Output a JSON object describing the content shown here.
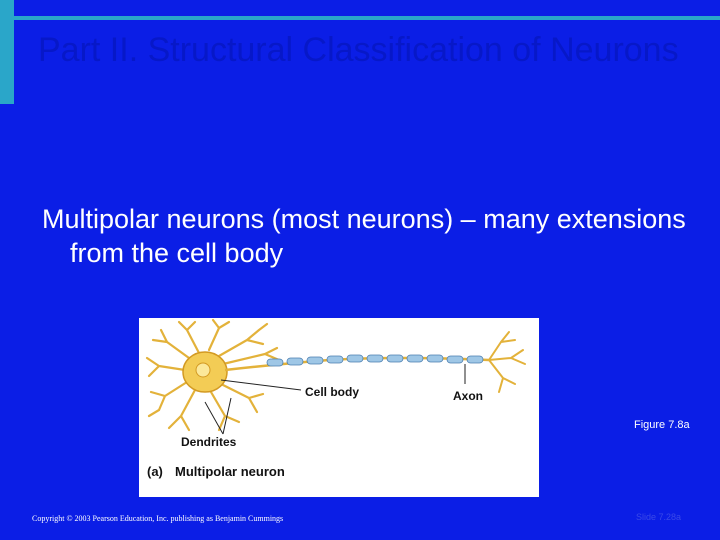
{
  "slide": {
    "title": "Part II. Structural Classification of Neurons",
    "bullet": "Multipolar neurons (most neurons) – many extensions from the cell body",
    "figure_caption": "Figure 7.8a",
    "copyright": "Copyright © 2003 Pearson Education, Inc. publishing as Benjamin Cummings",
    "slide_number": "Slide 7.28a",
    "colors": {
      "background": "#0b1ee6",
      "accent": "#2aa6c9",
      "title": "#0718c8"
    }
  },
  "illustration": {
    "label_cell_body": "Cell body",
    "label_axon": "Axon",
    "label_dendrites": "Dendrites",
    "label_panel": "(a)",
    "label_title": "Multipolar neuron"
  }
}
